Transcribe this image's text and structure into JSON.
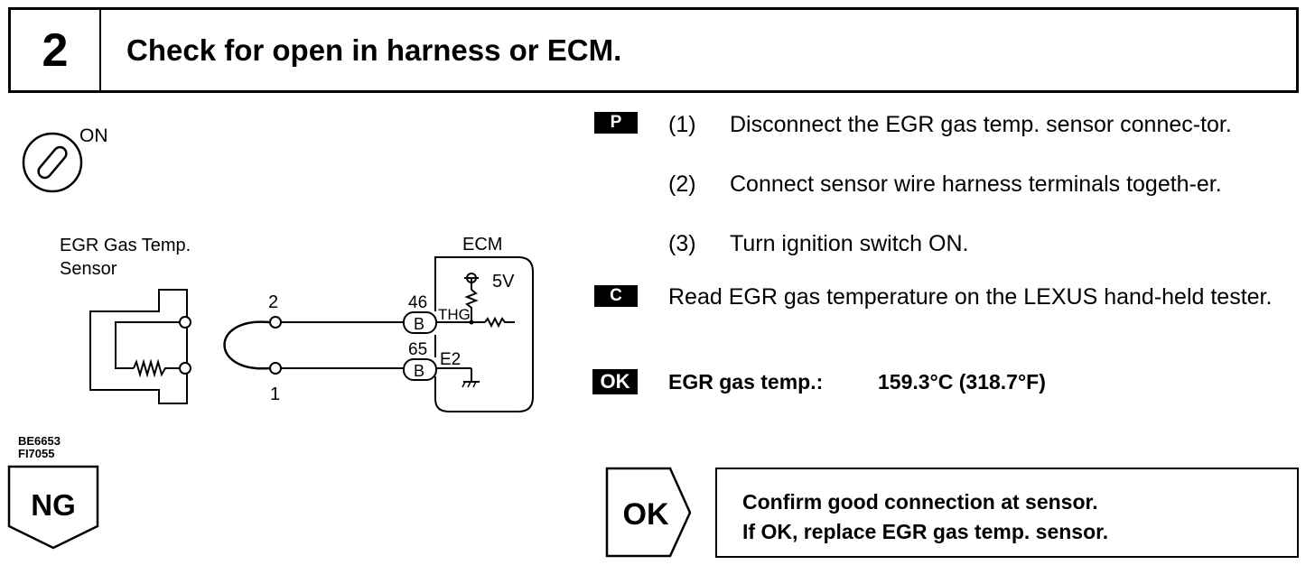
{
  "header": {
    "step_number": "2",
    "title": "Check for open in harness or ECM."
  },
  "diagram": {
    "ignition_label": "ON",
    "sensor_label_line1": "EGR Gas Temp.",
    "sensor_label_line2": "Sensor",
    "ecm_label": "ECM",
    "voltage_label": "5V",
    "pin_46": "46",
    "pin_65": "65",
    "connector_b_top": "B",
    "connector_b_bottom": "B",
    "signal_thg": "THG",
    "signal_e2": "E2",
    "terminal_2": "2",
    "terminal_1": "1"
  },
  "reference_codes": [
    "BE6653",
    "FI7055"
  ],
  "prepare": {
    "badge": "P",
    "steps": [
      {
        "num": "(1)",
        "text": "Disconnect the EGR gas temp. sensor connec-tor."
      },
      {
        "num": "(2)",
        "text": "Connect sensor wire harness terminals togeth-er."
      },
      {
        "num": "(3)",
        "text": "Turn ignition switch ON."
      }
    ]
  },
  "check": {
    "badge": "C",
    "text": "Read EGR gas temperature on the LEXUS hand-held tester."
  },
  "ok_spec": {
    "badge": "OK",
    "label": "EGR gas temp.:",
    "value": "159.3°C (318.7°F)"
  },
  "ng_result": {
    "label": "NG"
  },
  "ok_result": {
    "label": "OK",
    "line1": "Confirm good connection at sensor.",
    "line2": "If OK, replace EGR gas temp. sensor."
  }
}
